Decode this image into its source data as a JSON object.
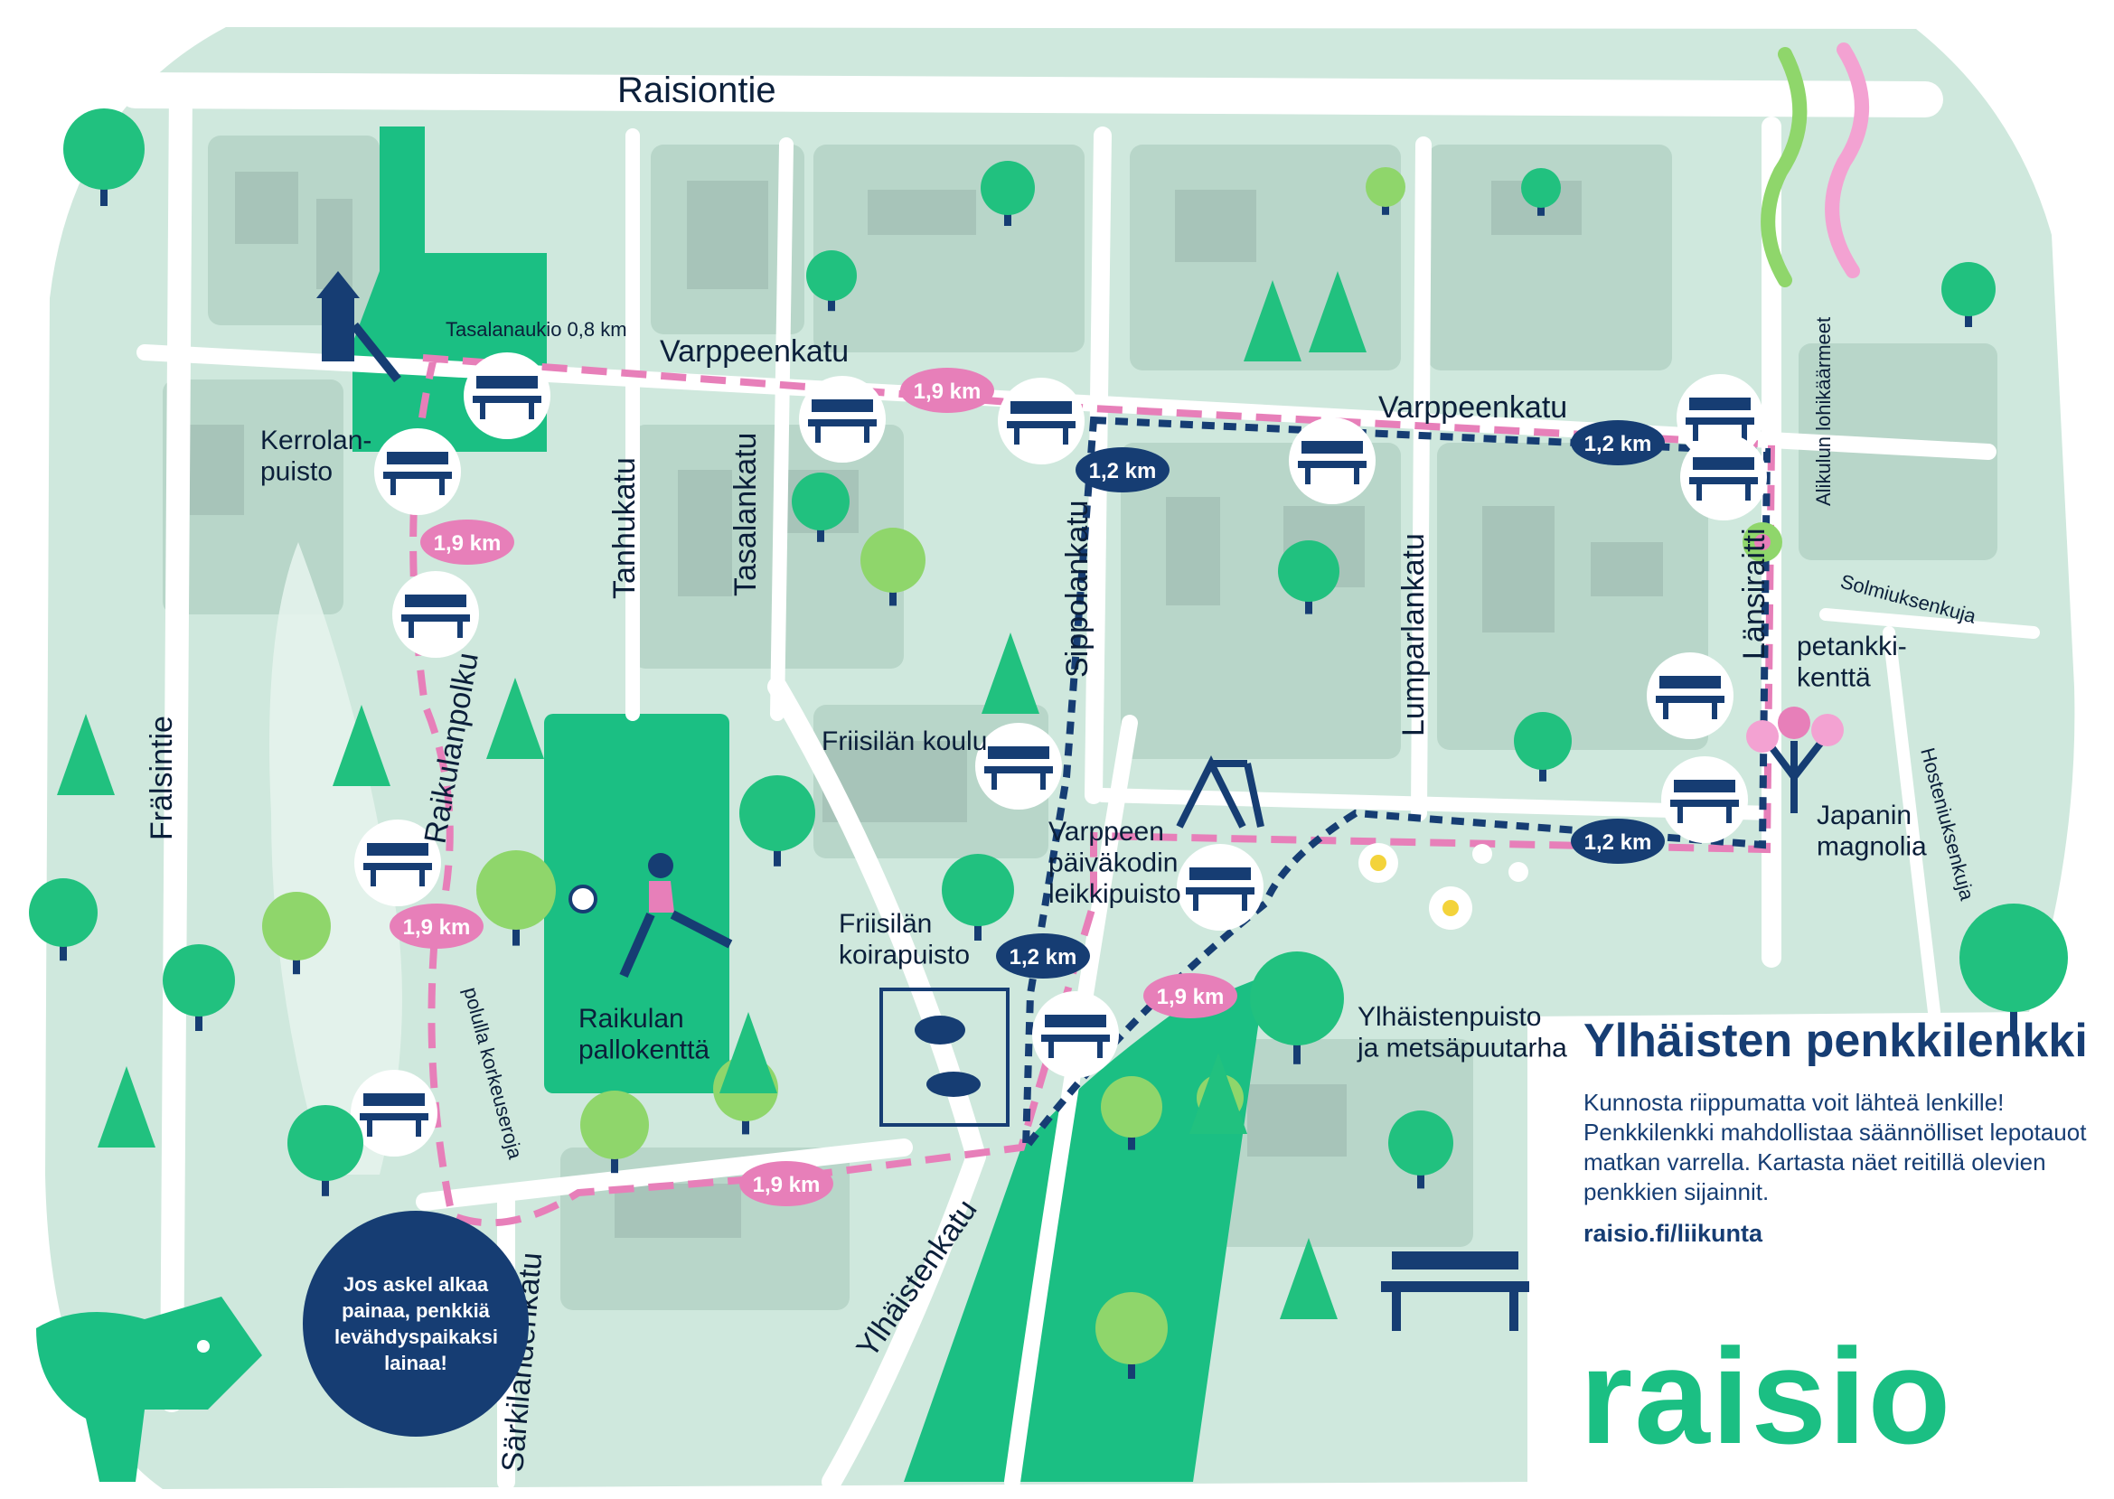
{
  "streets": {
    "raisiontie": "Raisiontie",
    "varppeenkatu_w": "Varppeenkatu",
    "varppeenkatu_e": "Varppeenkatu",
    "tanhukatu": "Tanhukatu",
    "tasalankatu": "Tasalankatu",
    "sippolankatu": "Sippolankatu",
    "lumparlankatu": "Lumparlankatu",
    "lansiraitti": "Länsiraitti",
    "fralsintie": "Frälsintie",
    "raikulanpolku": "Raikulanpolku",
    "sarkilahdenkatu": "Särkilahdenkatu",
    "ylhaistenkatu": "Ylhäistenkatu",
    "solmiuksenkuja": "Solmiuksenkuja",
    "hosteniuksenkuja": "Hosteniuksenkuja",
    "alikulun": "Alikulun lohikäärmeet"
  },
  "places": {
    "kerrolanpuisto": "Kerrolan-\npuisto",
    "tasalanaukio": "Tasalanaukio 0,8 km",
    "friisilan_koulu": "Friisilän koulu",
    "varppeen_paivakoti": "Varppeen\npäiväkodin\nleikkipuisto",
    "friisilan_koirapuisto": "Friisilän\nkoirapuisto",
    "raikulan_pallokentta": "Raikulan\npallokenttä",
    "ylhaistenpuisto": "Ylhäistenpuisto\nja metsäpuutarha",
    "petankki": "petankki-\nkenttä",
    "japanin_magnolia": "Japanin\nmagnolia",
    "polulla": "polulla korkeuseroja"
  },
  "km_labels": {
    "pink_1": "1,9 km",
    "pink_2": "1,9 km",
    "pink_3": "1,9 km",
    "pink_4": "1,9 km",
    "pink_5": "1,9 km",
    "navy_1": "1,2 km",
    "navy_2": "1,2 km",
    "navy_3": "1,2 km",
    "navy_4": "1,2 km"
  },
  "panel": {
    "title": "Ylhäisten penkkilenkki",
    "description": "Kunnosta riippumatta voit lähteä lenkille! Penkkilenkki mahdollistaa säännölliset lepotauot matkan varrella. Kartasta näet reitillä olevien penkkien sijainnit.",
    "link": "raisio.fi/liikunta"
  },
  "bubble_text": "Jos askel alkaa painaa, penkkiä levähdyspaikaksi lainaa!",
  "brand": "raisio",
  "colors": {
    "map_bg": "#cfe8dd",
    "park": "#1bbf83",
    "road": "#ffffff",
    "block": "#b8d6c9",
    "navy": "#163d73",
    "pink": "#e77fb9",
    "tree_green": "#21c17f",
    "tree_light": "#8fd66b"
  },
  "icons": [
    "bench-icon",
    "tree-icon",
    "swing-icon",
    "playground-icon",
    "dog-icon",
    "flower-icon",
    "dragon-icon",
    "fox-icon",
    "runner-icon",
    "ball-icon"
  ]
}
